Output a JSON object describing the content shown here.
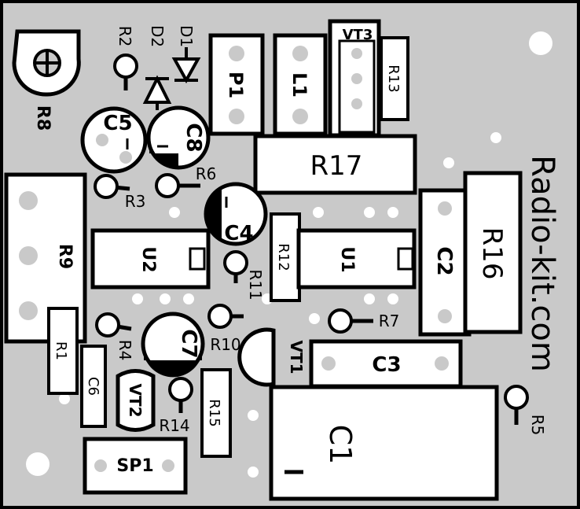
{
  "board": {
    "site_label": "Radio-kit.com"
  },
  "components": {
    "R8": "R8",
    "R2": "R2",
    "D2": "D2",
    "D1": "D1",
    "P1": "P1",
    "L1": "L1",
    "VT3": "VT3",
    "R13": "R13",
    "C5": "C5",
    "C8": "C8",
    "R17": "R17",
    "R16": "R16",
    "R6": "R6",
    "R3": "R3",
    "R9": "R9",
    "C4": "C4",
    "U2": "U2",
    "U1": "U1",
    "R12": "R12",
    "C2": "C2",
    "R11": "R11",
    "R1": "R1",
    "R4": "R4",
    "C7": "C7",
    "R10": "R10",
    "VT1": "VT1",
    "R7": "R7",
    "C3": "C3",
    "C6": "C6",
    "VT2": "VT2",
    "R14": "R14",
    "R15": "R15",
    "C1": "C1",
    "R5": "R5",
    "SP1": "SP1"
  },
  "marks": {
    "minus": "–"
  }
}
